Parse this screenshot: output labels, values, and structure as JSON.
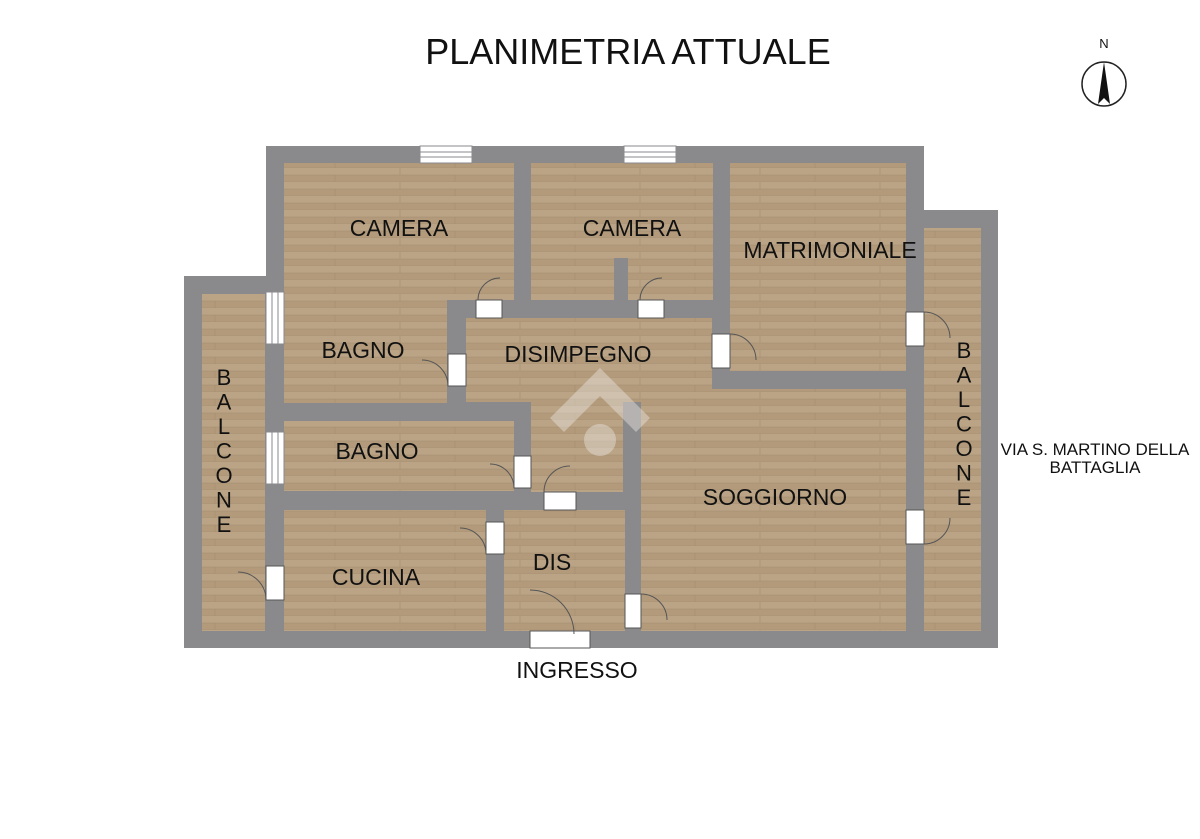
{
  "title": "PLANIMETRIA ATTUALE",
  "compass": {
    "label": "N"
  },
  "rooms": {
    "camera_left": "CAMERA",
    "camera_mid": "CAMERA",
    "matrimoniale": "MATRIMONIALE",
    "bagno_top": "BAGNO",
    "bagno_bottom": "BAGNO",
    "disimpegno": "DISIMPEGNO",
    "soggiorno": "SOGGIORNO",
    "cucina": "CUCINA",
    "dis": "DIS",
    "balcone_left": "BALCONE",
    "balcone_right": "BALCONE"
  },
  "entrance": "INGRESSO",
  "street": {
    "line1": "VIA S. MARTINO DELLA",
    "line2": "BATTAGLIA"
  },
  "colors": {
    "wall": "#8a8a8c",
    "floor": "#b39b7c",
    "floor_light": "#c2ad90",
    "background": "#ffffff"
  }
}
